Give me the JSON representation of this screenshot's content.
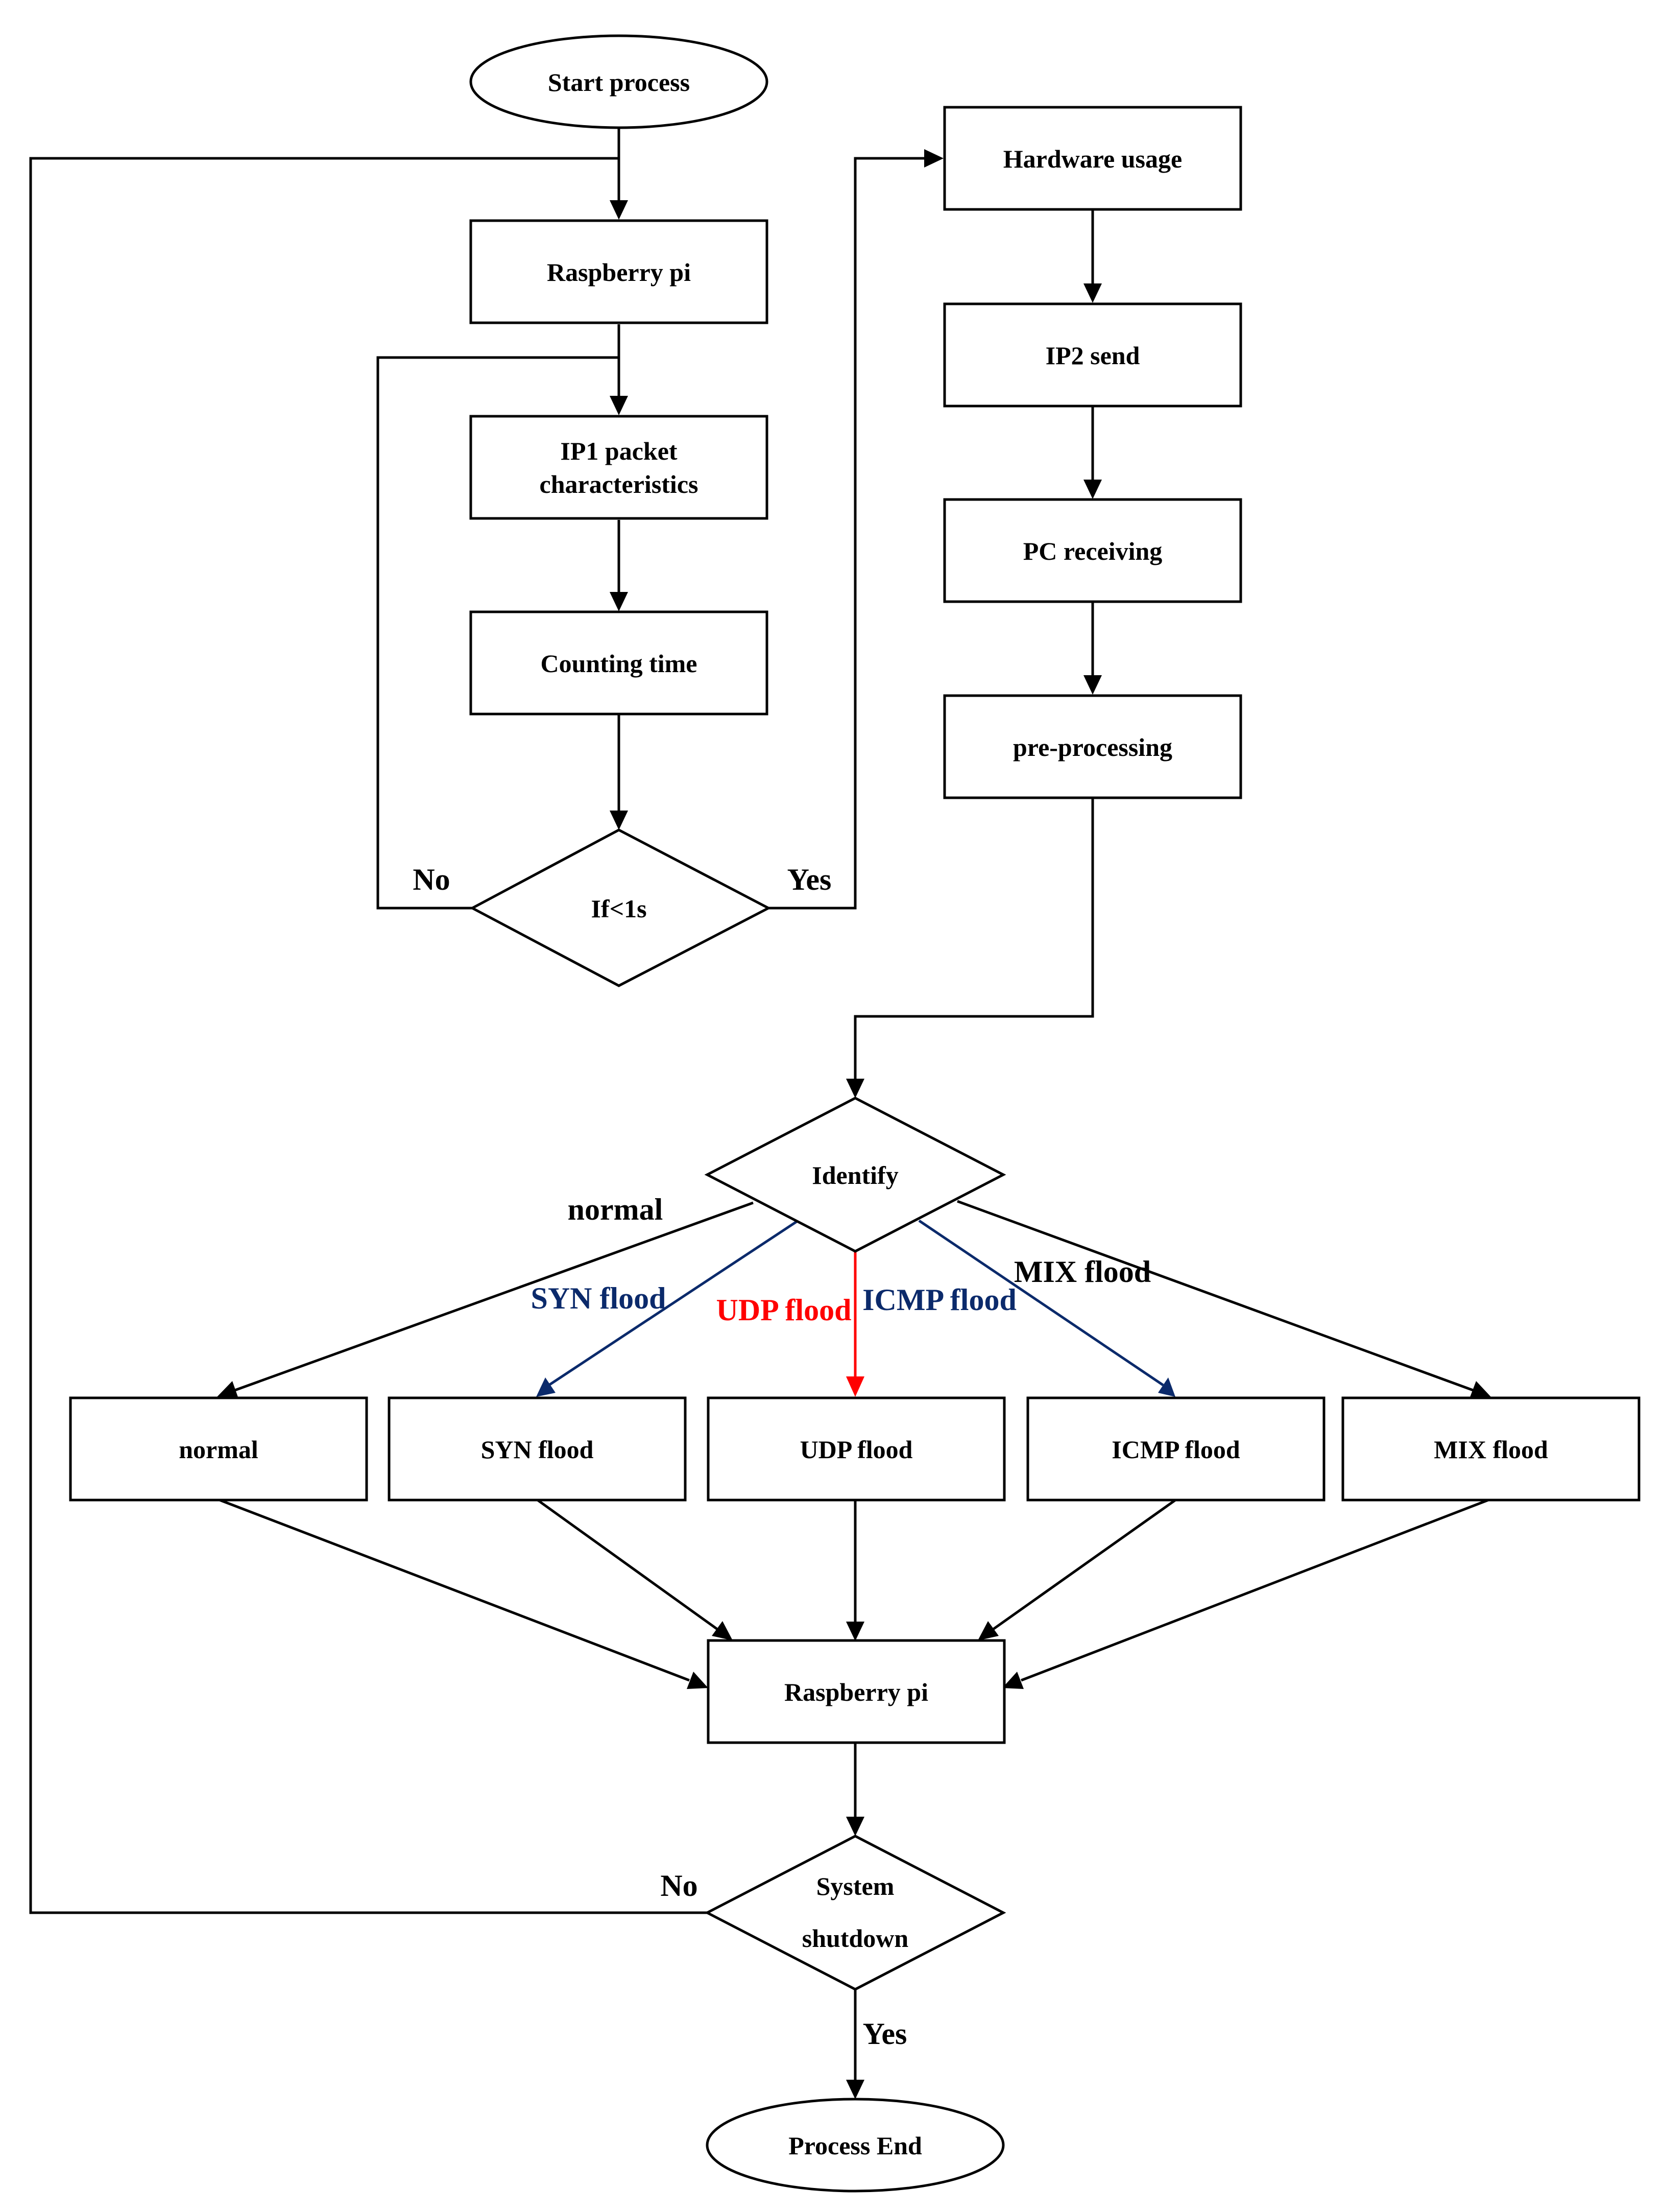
{
  "nodes": {
    "start": {
      "label": "Start  process"
    },
    "raspberry_pi_top": {
      "label": "Raspberry pi"
    },
    "ip1_packet": {
      "line1": "IP1 packet",
      "line2": "characteristics"
    },
    "counting_time": {
      "label": "Counting time"
    },
    "if_lt_1s": {
      "label": "If<1s"
    },
    "hardware_usage": {
      "label": "Hardware usage"
    },
    "ip2_send": {
      "label": "IP2 send"
    },
    "pc_receiving": {
      "label": "PC receiving"
    },
    "pre_processing": {
      "label": "pre-processing"
    },
    "identify": {
      "label": "Identify"
    },
    "normal": {
      "label": "normal"
    },
    "syn_flood": {
      "label": "SYN flood"
    },
    "udp_flood": {
      "label": "UDP flood"
    },
    "icmp_flood": {
      "label": "ICMP flood"
    },
    "mix_flood": {
      "label": "MIX flood"
    },
    "raspberry_pi_bottom": {
      "label": "Raspberry pi"
    },
    "system_shutdown": {
      "line1": "System",
      "line2": "shutdown"
    },
    "process_end": {
      "label": "Process End"
    }
  },
  "edge_labels": {
    "if_no": "No",
    "if_yes": "Yes",
    "normal": "normal",
    "syn_flood": "SYN flood",
    "udp_flood": "UDP flood",
    "icmp_flood": "ICMP flood",
    "mix_flood": "MIX flood",
    "shutdown_no": "No",
    "shutdown_yes": "Yes"
  },
  "colors": {
    "line": "#000000",
    "syn_icmp_branch": "#0b2a6b",
    "udp_branch": "#ff0000"
  }
}
